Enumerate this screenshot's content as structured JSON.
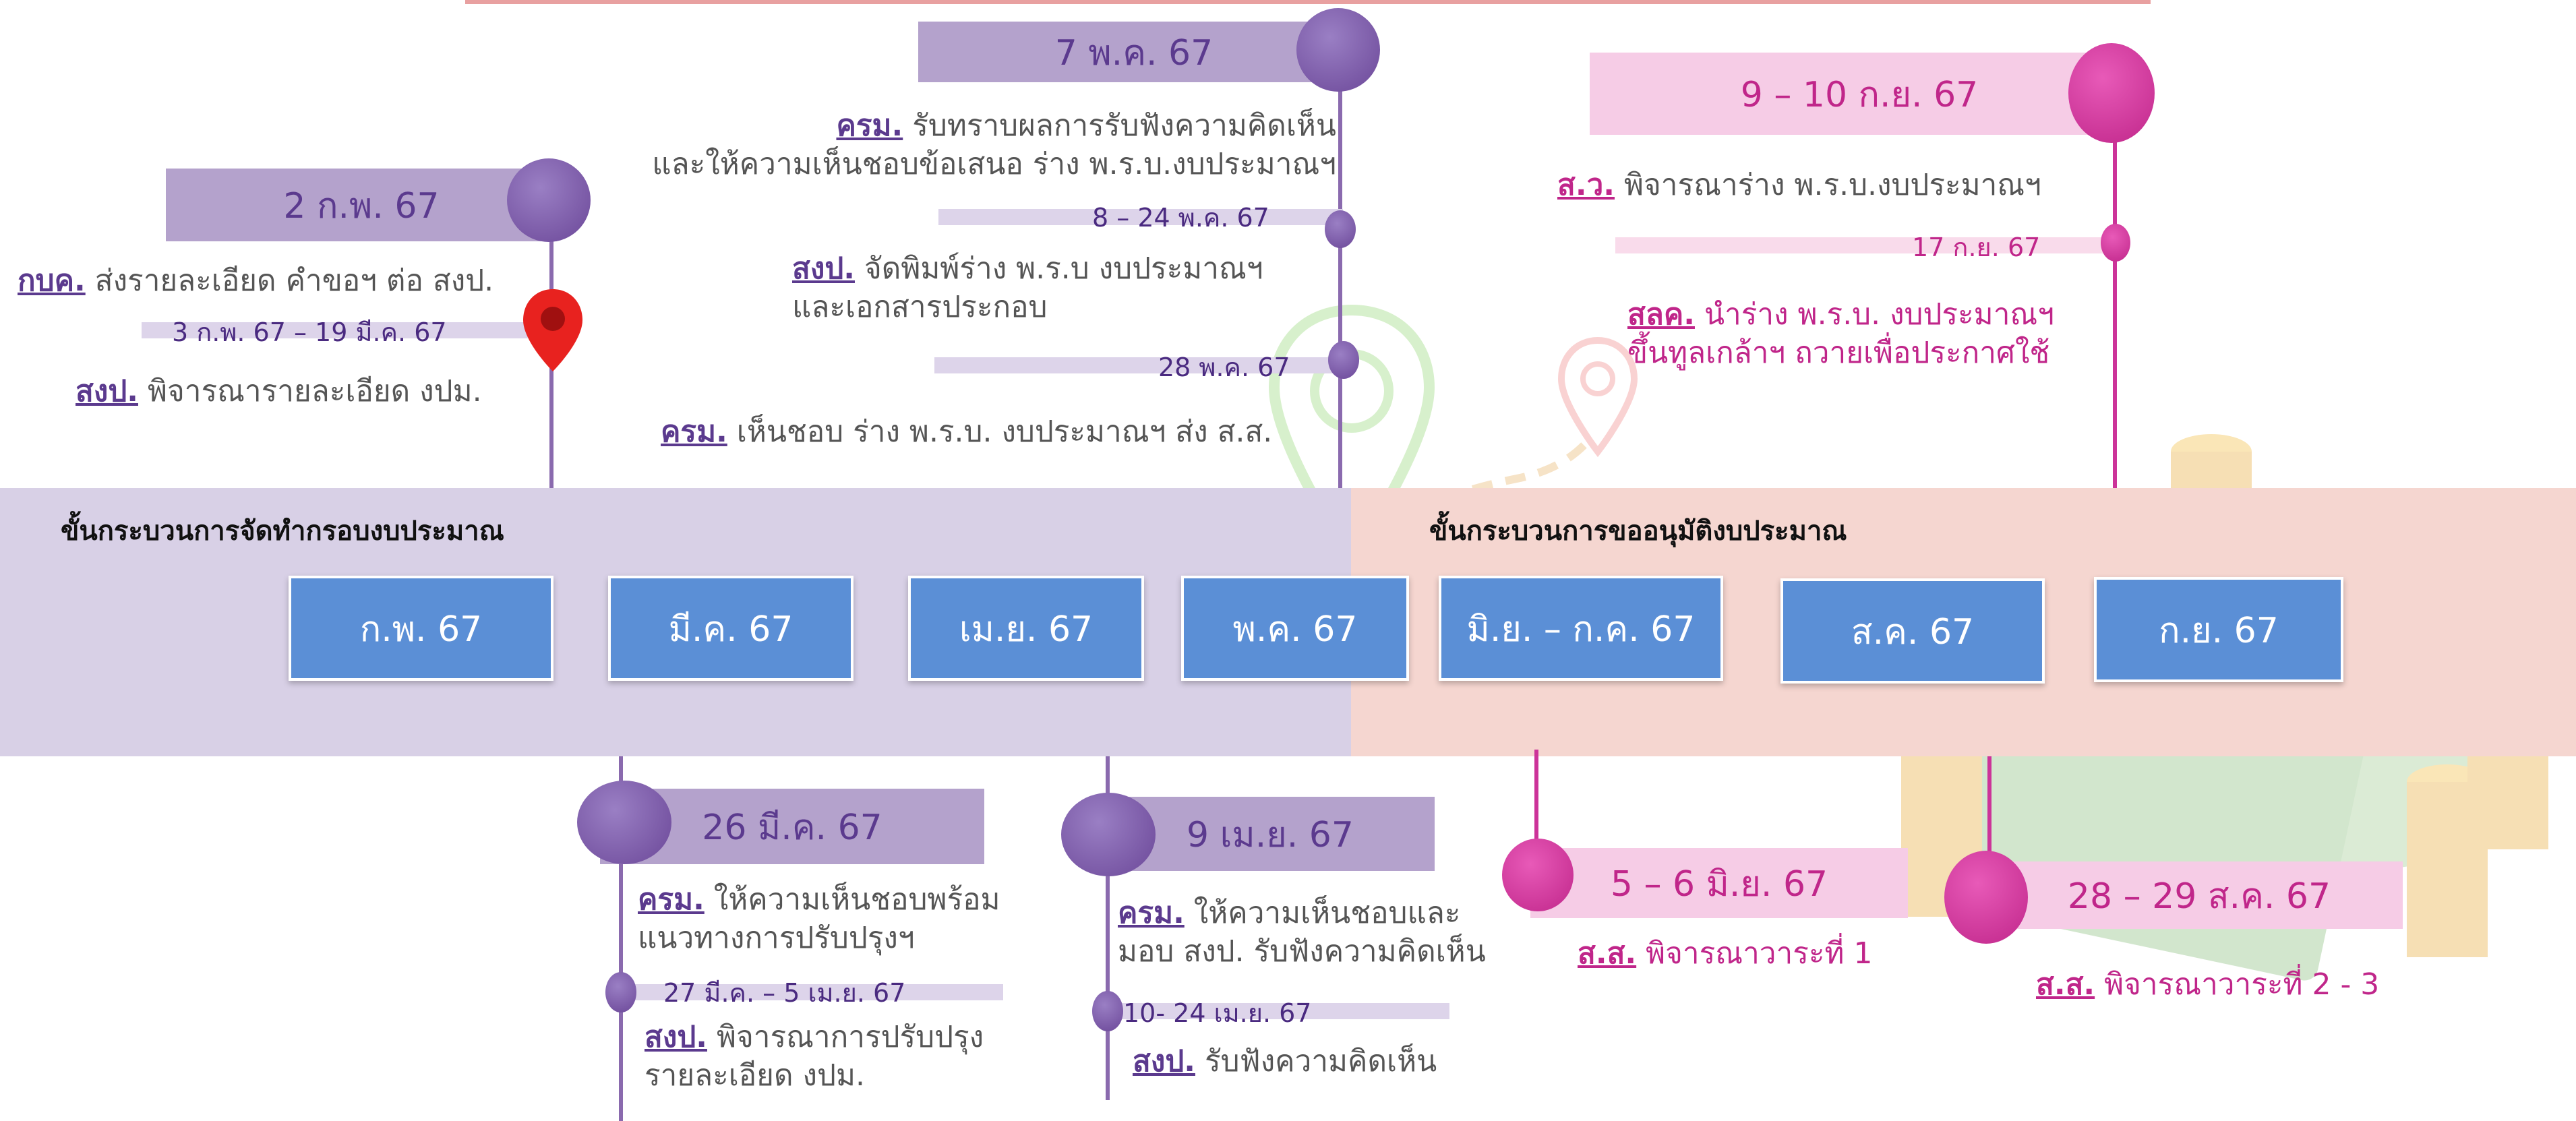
{
  "sections": {
    "left_title": "ขั้นกระบวนการจัดทำกรอบงบประมาณ",
    "right_title": "ขั้นกระบวนการขออนุมัติงบประมาณ"
  },
  "months": [
    "ก.พ. 67",
    "มี.ค. 67",
    "เม.ย. 67",
    "พ.ค. 67",
    "มิ.ย. – ก.ค. 67",
    "ส.ค. 67",
    "ก.ย. 67"
  ],
  "events": {
    "feb2": {
      "date": "2 ก.พ. 67",
      "a_label": "กบค.",
      "a_text": "ส่งรายละเอียด คำขอฯ ต่อ สงป.",
      "range": "3 ก.พ. 67 – 19 มี.ค. 67",
      "b_label": "สงป.",
      "b_text": "พิจารณารายละเอียด งปม."
    },
    "may7": {
      "date": "7 พ.ค. 67",
      "a_label": "ครม.",
      "a_text1": "รับทราบผลการรับฟังความคิดเห็น",
      "a_text2": "และให้ความเห็นชอบข้อเสนอ ร่าง พ.ร.บ.งบประมาณฯ",
      "range1": "8 – 24 พ.ค. 67",
      "b_label": "สงป.",
      "b_text1": "จัดพิมพ์ร่าง พ.ร.บ งบประมาณฯ",
      "b_text2": "และเอกสารประกอบ",
      "range2": "28 พ.ค. 67",
      "c_label": "ครม.",
      "c_text": "เห็นชอบ ร่าง พ.ร.บ. งบประมาณฯ ส่ง ส.ส."
    },
    "sep9": {
      "date": "9 – 10 ก.ย. 67",
      "a_label": "ส.ว.",
      "a_text": "พิจารณาร่าง พ.ร.บ.งบประมาณฯ",
      "range": "17 ก.ย. 67",
      "b_label": "สลค.",
      "b_text1": "นำร่าง พ.ร.บ. งบประมาณฯ",
      "b_text2": "ขึ้นทูลเกล้าฯ ถวายเพื่อประกาศใช้"
    },
    "mar26": {
      "date": "26 มี.ค. 67",
      "a_label": "ครม.",
      "a_text1": "ให้ความเห็นชอบพร้อม",
      "a_text2": "แนวทางการปรับปรุงฯ",
      "range": "27 มี.ค. – 5 เม.ย. 67",
      "b_label": "สงป.",
      "b_text1": "พิจารณาการปรับปรุง",
      "b_text2": "รายละเอียด งปม."
    },
    "apr9": {
      "date": "9 เม.ย. 67",
      "a_label": "ครม.",
      "a_text1": "ให้ความเห็นชอบและ",
      "a_text2": "มอบ สงป. รับฟังความคิดเห็น",
      "range": "10- 24 เม.ย. 67",
      "b_label": "สงป.",
      "b_text": "รับฟังความคิดเห็น"
    },
    "jun5": {
      "date": "5 – 6 มิ.ย. 67",
      "a_label": "ส.ส.",
      "a_text": "พิจารณาวาระที่ 1"
    },
    "aug28": {
      "date": "28 – 29 ส.ค. 67",
      "a_label": "ส.ส.",
      "a_text": "พิจารณาวาระที่ 2 - 3"
    }
  },
  "colors": {
    "purple": "#6b4798",
    "pink": "#c0268a",
    "month_box": "#5b8fd6",
    "pin": "#e8221f"
  }
}
